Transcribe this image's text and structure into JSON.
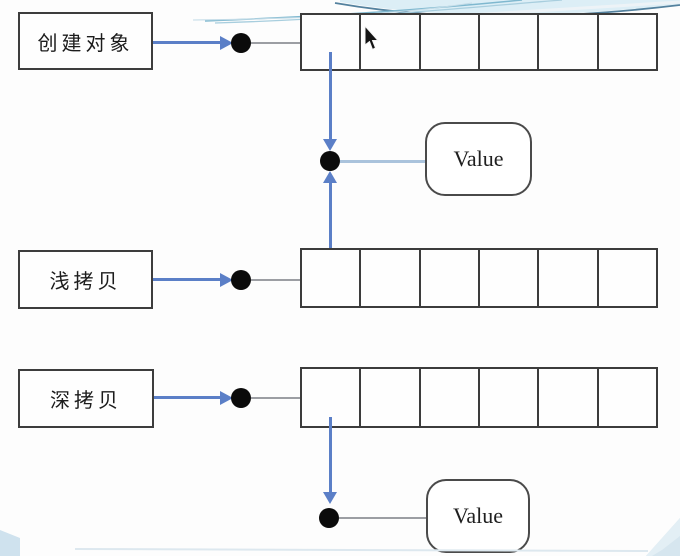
{
  "slide": {
    "rows": [
      {
        "id": "create-object",
        "label": "创建对象",
        "cells": 6
      },
      {
        "id": "shallow-copy",
        "label": "浅拷贝",
        "cells": 6
      },
      {
        "id": "deep-copy",
        "label": "深拷贝",
        "cells": 6
      }
    ],
    "value_top": {
      "label": "Value"
    },
    "value_bottom": {
      "label": "Value"
    }
  },
  "colors": {
    "arrow_blue": "#5b7fc7",
    "connector_gray": "#9c9ea3",
    "connector_light_blue": "#aac3dc",
    "shape_border": "#3d3d3d",
    "node_dot": "#0b0b0b",
    "decor_light_blue": "#cfe2ee",
    "decor_teal": "#7fb8cf"
  },
  "icons": {
    "cursor": "mouse-pointer-icon"
  }
}
